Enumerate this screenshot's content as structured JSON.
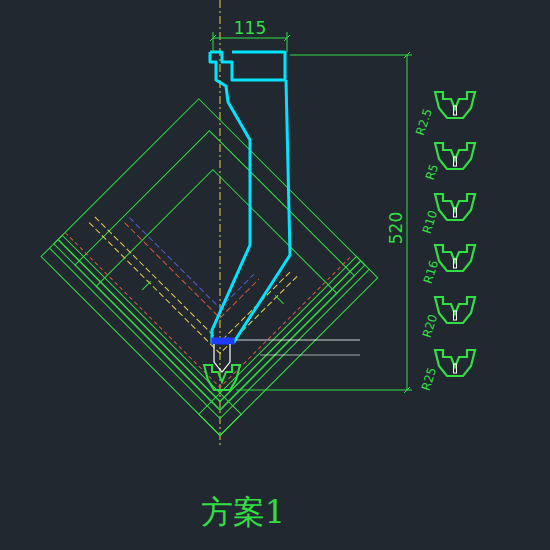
{
  "diagram": {
    "title": "方案1",
    "labels": [
      "115",
      "520",
      "R2.5",
      "R5",
      "R10",
      "R16",
      "R20",
      "R25"
    ]
  }
}
